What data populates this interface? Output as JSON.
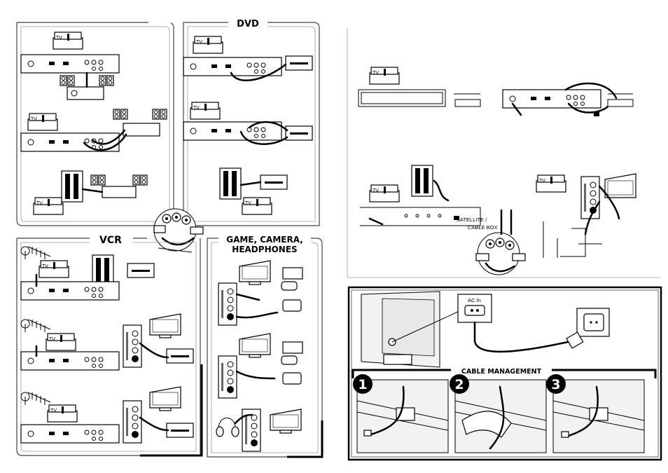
{
  "sections": {
    "dvd_title": "DVD",
    "vcr_title": "VCR",
    "game_title_line1": "GAME, CAMERA,",
    "game_title_line2": "HEADPHONES",
    "cable_management_title": "CABLE MANAGEMENT"
  },
  "labels": {
    "tv": "TV",
    "satellite_line1": "SATELLITE /",
    "satellite_line2": "CABLE BOX",
    "ac_in": "AC In"
  },
  "steps": [
    "1",
    "2",
    "3"
  ]
}
